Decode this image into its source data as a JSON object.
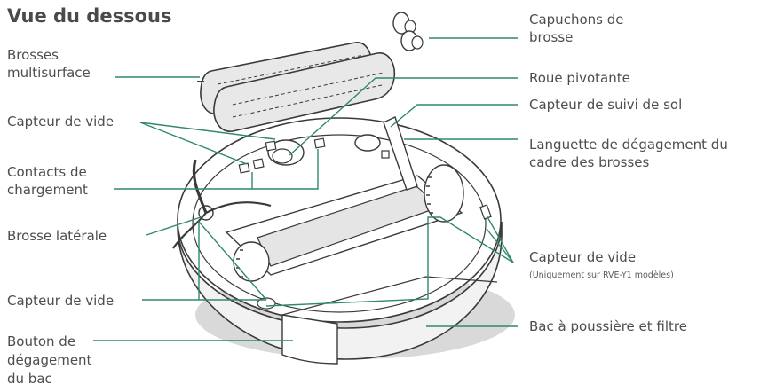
{
  "title": "Vue du dessous",
  "colors": {
    "line": "#2f8a66",
    "outline": "#3a3a3a",
    "shadow": "#d6d6d6",
    "fill_gray": "#e5e5e5"
  },
  "callouts": {
    "brush_caps": "Capuchons de\nbrosse",
    "multisurface_brushes": "Brosses\nmultisurface",
    "caster_wheel": "Roue pivotante",
    "floor_tracking_sensor": "Capteur de suivi de sol",
    "cliff_sensor_top": "Capteur de vide",
    "brush_frame_release_tab": "Languette de dégagement du\ncadre des brosses",
    "charging_contacts": "Contacts de\nchargement",
    "side_brush": "Brosse latérale",
    "cliff_sensor_right": "Capteur de vide",
    "cliff_sensor_right_note": "(Uniquement sur RVE-Y1 modèles)",
    "cliff_sensor_bottom": "Capteur de vide",
    "dust_bin_filter": "Bac à poussière et filtre",
    "bin_release_button": "Bouton de\ndégagement\ndu bac"
  }
}
